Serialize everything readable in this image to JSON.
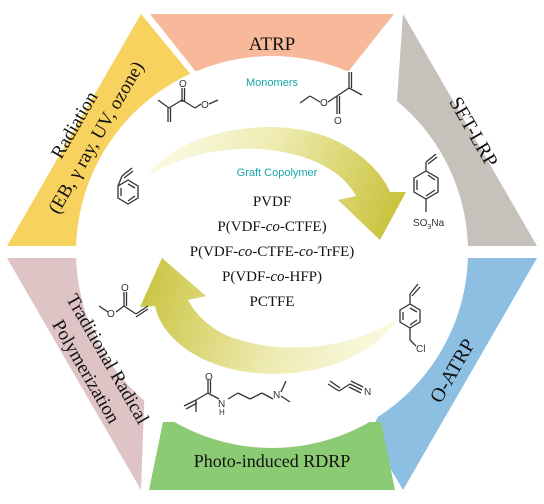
{
  "colors": {
    "atrp": "#F7B99A",
    "set_lrp": "#C7C1BC",
    "o_atrp": "#8DBFE3",
    "photo": "#8BCB73",
    "traditional": "#DFC4C6",
    "radiation": "#F8D25F",
    "teal_text": "#17A6A6",
    "arrow_light": "#FBFBE7",
    "arrow_dark": "#C8C23A",
    "structure": "#333333"
  },
  "segments": {
    "atrp": "ATRP",
    "set_lrp": "SET-LRP",
    "o_atrp": "O-ATRP",
    "photo": "Photo-induced RDRP",
    "traditional_line1": "Traditional Radical",
    "traditional_line2": "Polymerization",
    "radiation_line1": "Radiation",
    "radiation_line2": "(EB, γ ray, UV, ozone)"
  },
  "center": {
    "monomers_label": "Monomers",
    "graft_label": "Graft Copolymer",
    "copolymers": [
      {
        "pre": "PVDF",
        "it1": "",
        "mid": "",
        "it2": "",
        "post": ""
      },
      {
        "pre": "P(VDF-",
        "it1": "co",
        "mid": "-CTFE)",
        "it2": "",
        "post": ""
      },
      {
        "pre": "P(VDF-",
        "it1": "co",
        "mid": "-CTFE-",
        "it2": "co",
        "post": "-TrFE)"
      },
      {
        "pre": "P(VDF-",
        "it1": "co",
        "mid": "-HFP)",
        "it2": "",
        "post": ""
      },
      {
        "pre": "PCTFE",
        "it1": "",
        "mid": "",
        "it2": "",
        "post": ""
      }
    ]
  },
  "structure_labels": {
    "sulfonate_s": "SO",
    "sulfonate_sub": "3",
    "sulfonate_na": "Na",
    "chloride": "Cl",
    "nitrile_n": "N",
    "amide_h": "H",
    "amide_n": "N",
    "amine_n": "N",
    "oxygen": "O"
  }
}
